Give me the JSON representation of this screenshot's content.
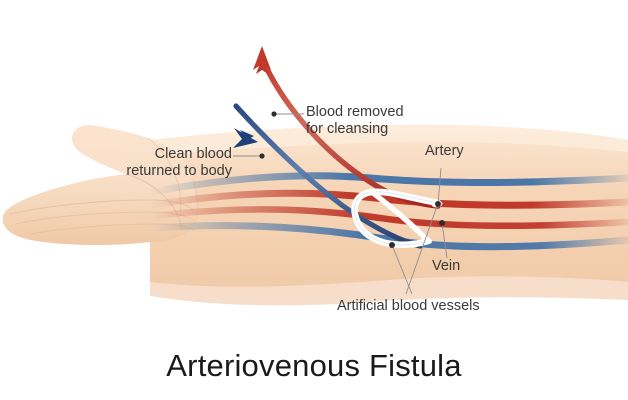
{
  "illustration": {
    "title": "Arteriovenous Fistula",
    "labels": {
      "blood_removed": "Blood removed\nfor cleansing",
      "clean_blood": "Clean blood\nreturned to body",
      "artery": "Artery",
      "vein": "Vein",
      "artificial_vessels": "Artificial blood vessels"
    },
    "colors": {
      "artery_red": "#c0392b",
      "vein_blue": "#4a76a8",
      "tube_red": "#b52b24",
      "tube_blue": "#2b4a80",
      "arrow_red": "#c0392b",
      "arrow_blue": "#1f3f7a",
      "skin_light": "#f8ddc4",
      "skin_mid": "#f3cfae",
      "skin_shadow": "#e8bb95",
      "graft_white": "#ffffff",
      "label_text": "#3a3a3a",
      "leader_line": "#8a8a8a",
      "title_text": "#1a1a1a",
      "background": "#ffffff"
    },
    "parts": {
      "hand": "hand-with-thumb",
      "forearm": "forearm",
      "artery_vessel": "artery",
      "vein_vessel": "vein",
      "graft_loop": "artificial-blood-vessel-loop",
      "outflow_tube": "blood-removal-tube",
      "inflow_tube": "clean-blood-return-tube",
      "outflow_arrow": "up-arrow",
      "inflow_arrow": "down-left-arrow"
    }
  }
}
